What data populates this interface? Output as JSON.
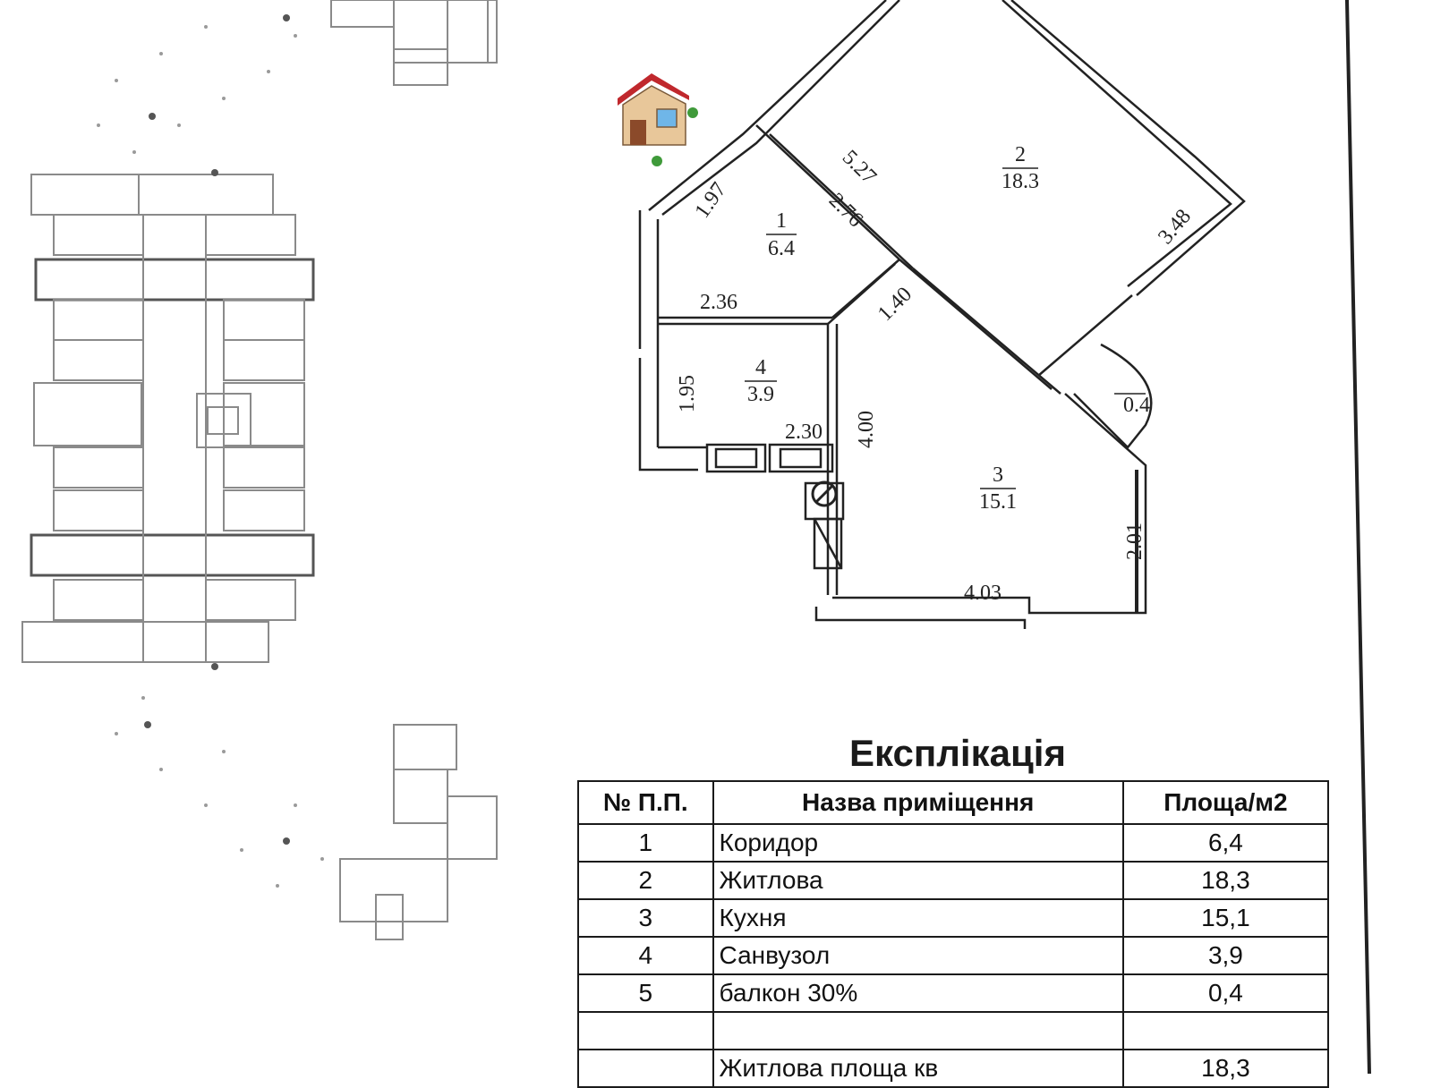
{
  "plan": {
    "rooms": [
      {
        "num": "1",
        "area": "6.4"
      },
      {
        "num": "2",
        "area": "18.3"
      },
      {
        "num": "3",
        "area": "15.1"
      },
      {
        "num": "4",
        "area": "3.9"
      },
      {
        "num": "",
        "area": "0.4"
      }
    ],
    "dimensions": [
      "1.97",
      "5.27",
      "2.76",
      "3.48",
      "2.36",
      "1.40",
      "1.95",
      "2.30",
      "4.00",
      "2.01",
      "4.03"
    ],
    "marker_icon": "house-icon",
    "colors": {
      "line": "#222222",
      "faint_plan": "#9a9a9a"
    }
  },
  "explication": {
    "title": "Експлікація",
    "headers": [
      "№ П.П.",
      "Назва приміщення",
      "Площа/м2"
    ],
    "rows": [
      [
        "1",
        "Коридор",
        "6,4"
      ],
      [
        "2",
        "Житлова",
        "18,3"
      ],
      [
        "3",
        "Кухня",
        "15,1"
      ],
      [
        "4",
        "Санвузол",
        "3,9"
      ],
      [
        "5",
        "балкон  30%",
        "0,4"
      ],
      [
        "",
        "",
        ""
      ]
    ],
    "partial_row": [
      "",
      "Житлова площа кв",
      "18,3"
    ]
  }
}
